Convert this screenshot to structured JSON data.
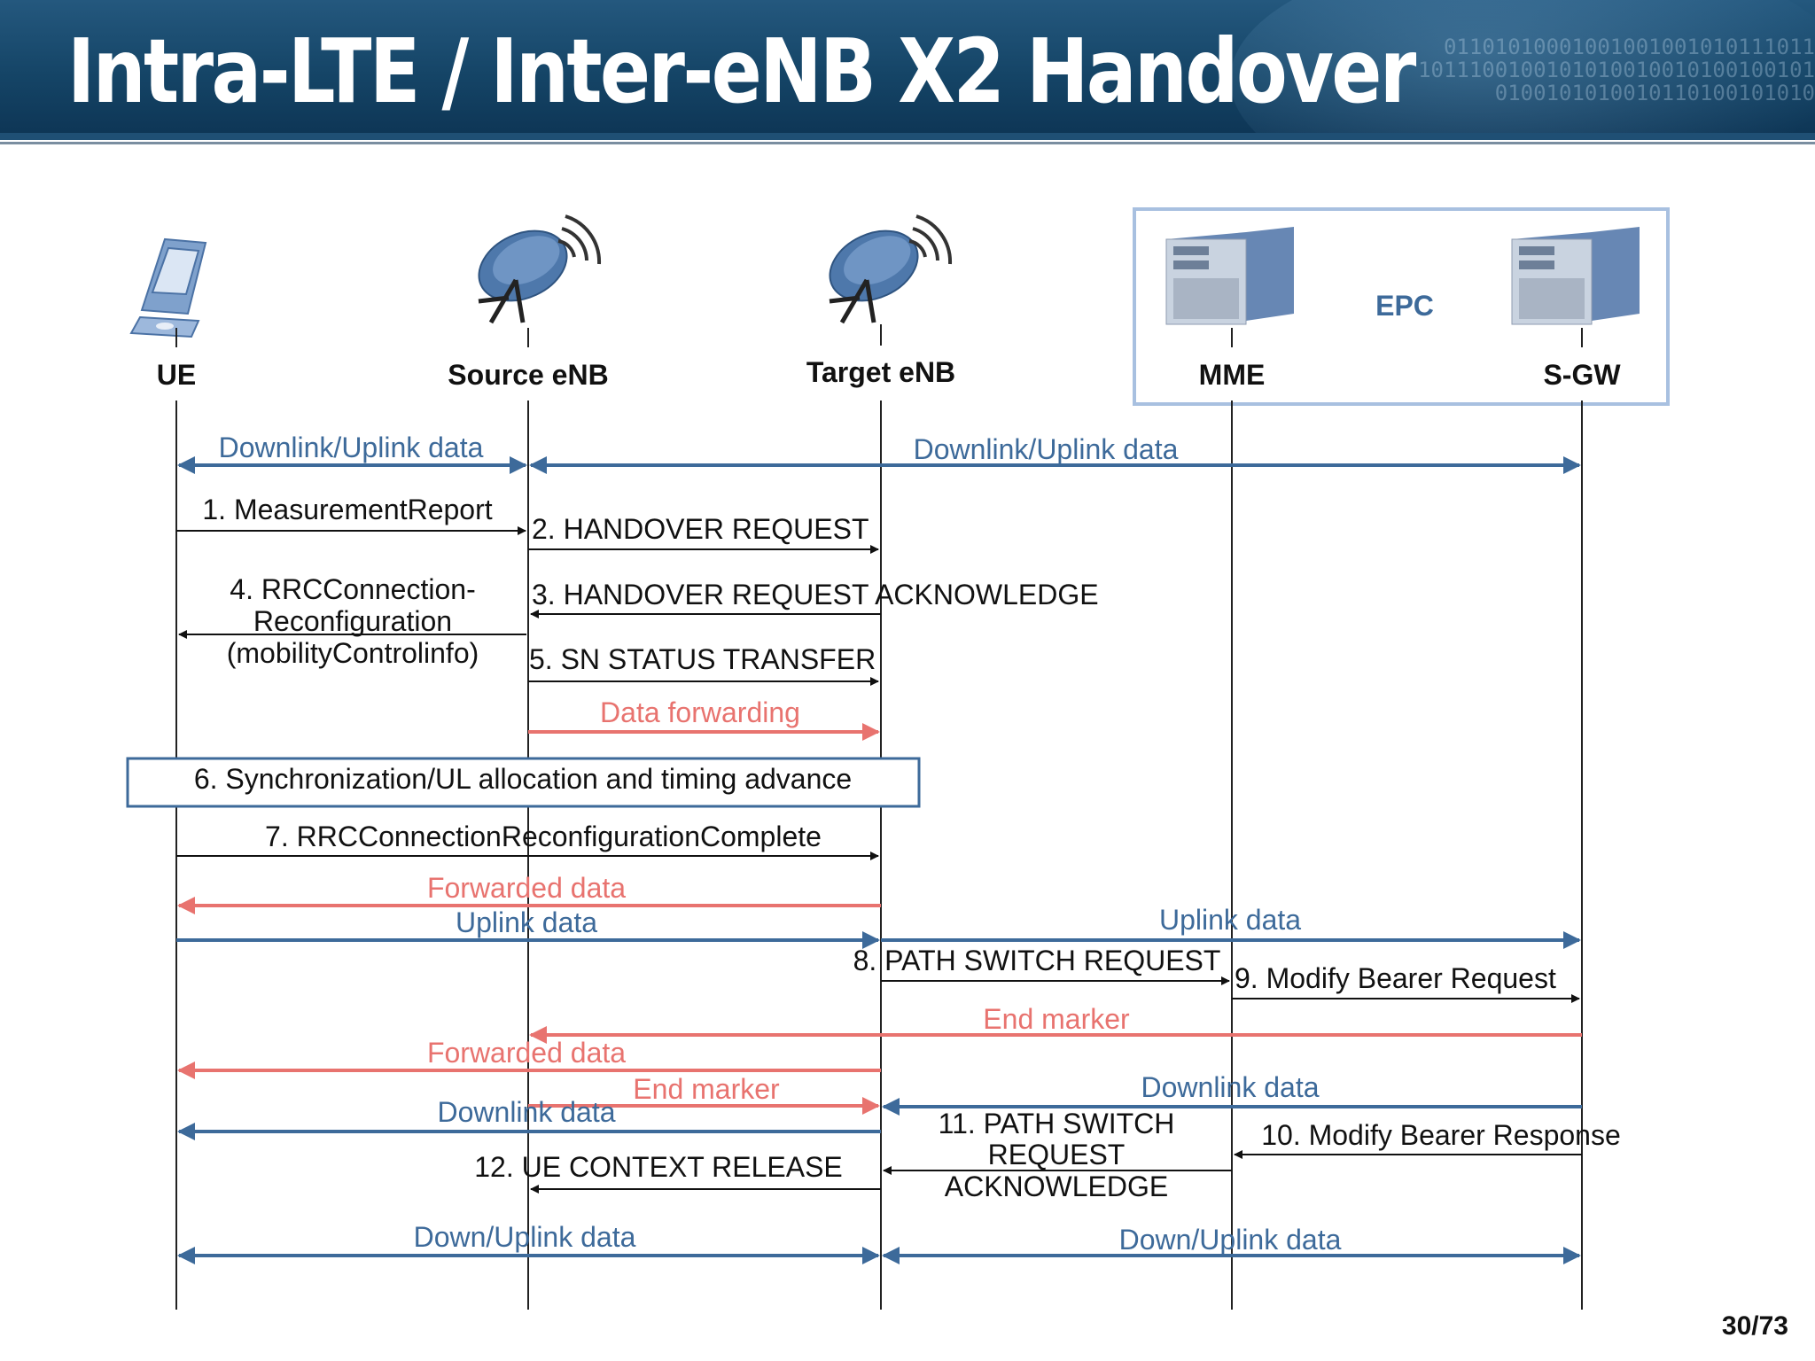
{
  "title": "Intra-LTE / Inter-eNB X2 Handover",
  "page_number": "30/73",
  "epc_label": "EPC",
  "colors": {
    "blue": "#3d6a9a",
    "red": "#e8736f",
    "black": "#111111",
    "header": "#154567"
  },
  "entities": [
    {
      "id": "ue",
      "label": "UE",
      "icon": "mobile-phone-icon"
    },
    {
      "id": "senb",
      "label": "Source eNB",
      "icon": "satellite-dish-icon"
    },
    {
      "id": "tenb",
      "label": "Target eNB",
      "icon": "satellite-dish-icon"
    },
    {
      "id": "mme",
      "label": "MME",
      "icon": "server-icon"
    },
    {
      "id": "sgw",
      "label": "S-GW",
      "icon": "server-icon"
    }
  ],
  "messages": [
    {
      "from": "ue",
      "to": "senb",
      "bidir": true,
      "color": "blue",
      "lines": [
        "Downlink/Uplink data"
      ]
    },
    {
      "from": "senb",
      "to": "sgw",
      "bidir": true,
      "color": "blue",
      "lines": [
        "Downlink/Uplink data"
      ]
    },
    {
      "from": "ue",
      "to": "senb",
      "color": "black",
      "lines": [
        "1. MeasurementReport"
      ]
    },
    {
      "from": "senb",
      "to": "tenb",
      "color": "black",
      "lines": [
        "2. HANDOVER REQUEST"
      ]
    },
    {
      "from": "tenb",
      "to": "senb",
      "color": "black",
      "lines": [
        "3. HANDOVER REQUEST ACKNOWLEDGE"
      ]
    },
    {
      "from": "senb",
      "to": "ue",
      "color": "black",
      "lines": [
        "4. RRCConnection-",
        "Reconfiguration",
        "(mobilityControlinfo)"
      ]
    },
    {
      "from": "senb",
      "to": "tenb",
      "color": "black",
      "lines": [
        "5. SN STATUS TRANSFER"
      ]
    },
    {
      "from": "senb",
      "to": "tenb",
      "color": "red",
      "lines": [
        "Data forwarding"
      ]
    },
    {
      "box": true,
      "lines": [
        "6. Synchronization/UL allocation and timing advance"
      ]
    },
    {
      "from": "ue",
      "to": "tenb",
      "color": "black",
      "lines": [
        "7. RRCConnectionReconfigurationComplete"
      ]
    },
    {
      "from": "tenb",
      "to": "ue",
      "color": "red",
      "lines": [
        "Forwarded data"
      ]
    },
    {
      "from": "ue",
      "to": "tenb",
      "color": "blue",
      "lines": [
        "Uplink data"
      ]
    },
    {
      "from": "tenb",
      "to": "sgw",
      "color": "blue",
      "lines": [
        "Uplink data"
      ]
    },
    {
      "from": "tenb",
      "to": "mme",
      "color": "black",
      "lines": [
        "8. PATH SWITCH REQUEST"
      ]
    },
    {
      "from": "mme",
      "to": "sgw",
      "color": "black",
      "lines": [
        "9. Modify Bearer Request"
      ]
    },
    {
      "from": "sgw",
      "to": "senb",
      "color": "red",
      "lines": [
        "End marker"
      ]
    },
    {
      "from": "tenb",
      "to": "ue",
      "color": "red",
      "lines": [
        "Forwarded data"
      ]
    },
    {
      "from": "senb",
      "to": "tenb",
      "color": "red",
      "lines": [
        "End marker"
      ]
    },
    {
      "from": "sgw",
      "to": "tenb",
      "color": "blue",
      "lines": [
        "Downlink data"
      ]
    },
    {
      "from": "tenb",
      "to": "ue",
      "color": "blue",
      "lines": [
        "Downlink data"
      ]
    },
    {
      "from": "sgw",
      "to": "mme",
      "color": "black",
      "lines": [
        "10. Modify Bearer Response"
      ]
    },
    {
      "from": "mme",
      "to": "tenb",
      "color": "black",
      "lines": [
        "11. PATH SWITCH",
        "REQUEST",
        "ACKNOWLEDGE"
      ]
    },
    {
      "from": "tenb",
      "to": "senb",
      "color": "black",
      "lines": [
        "12. UE CONTEXT RELEASE"
      ]
    },
    {
      "from": "ue",
      "to": "tenb",
      "bidir": true,
      "color": "blue",
      "lines": [
        "Down/Uplink data"
      ]
    },
    {
      "from": "tenb",
      "to": "sgw",
      "bidir": true,
      "color": "blue",
      "lines": [
        "Down/Uplink data"
      ]
    }
  ]
}
